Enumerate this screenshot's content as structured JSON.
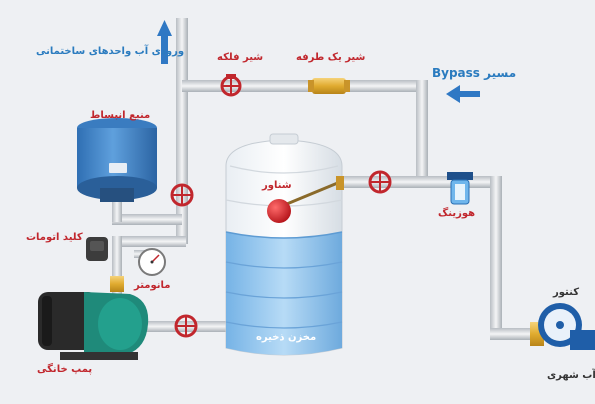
{
  "labels": {
    "building_inlet": "ورودی آب واحدهای ساختمانی",
    "expansion_tank": "منبع انبساط",
    "valve_top": "شیر فلکه",
    "check_valve": "شیر یک طرفه",
    "bypass": "مسیر Bypass",
    "float": "شناور",
    "storage_tank": "مخزن ذخیره",
    "filter_housing": "هوزینگ",
    "pressure_switch": "کلید اتومات",
    "manometer": "مانومتر",
    "meter": "کنتور",
    "home_pump": "پمپ خانگی",
    "city_water": "آب شهری"
  },
  "colors": {
    "pipe": "#c9cdd2",
    "valve": "#c1272d",
    "water": "#8fc3ec",
    "tank_blue": "#3b82c6",
    "pump_green": "#1f8a7a",
    "label_red": "#c1272d",
    "label_blue": "#2a7bbf"
  },
  "icons": {
    "arrow_up": "arrow-up-icon",
    "arrow_left": "arrow-left-icon"
  }
}
